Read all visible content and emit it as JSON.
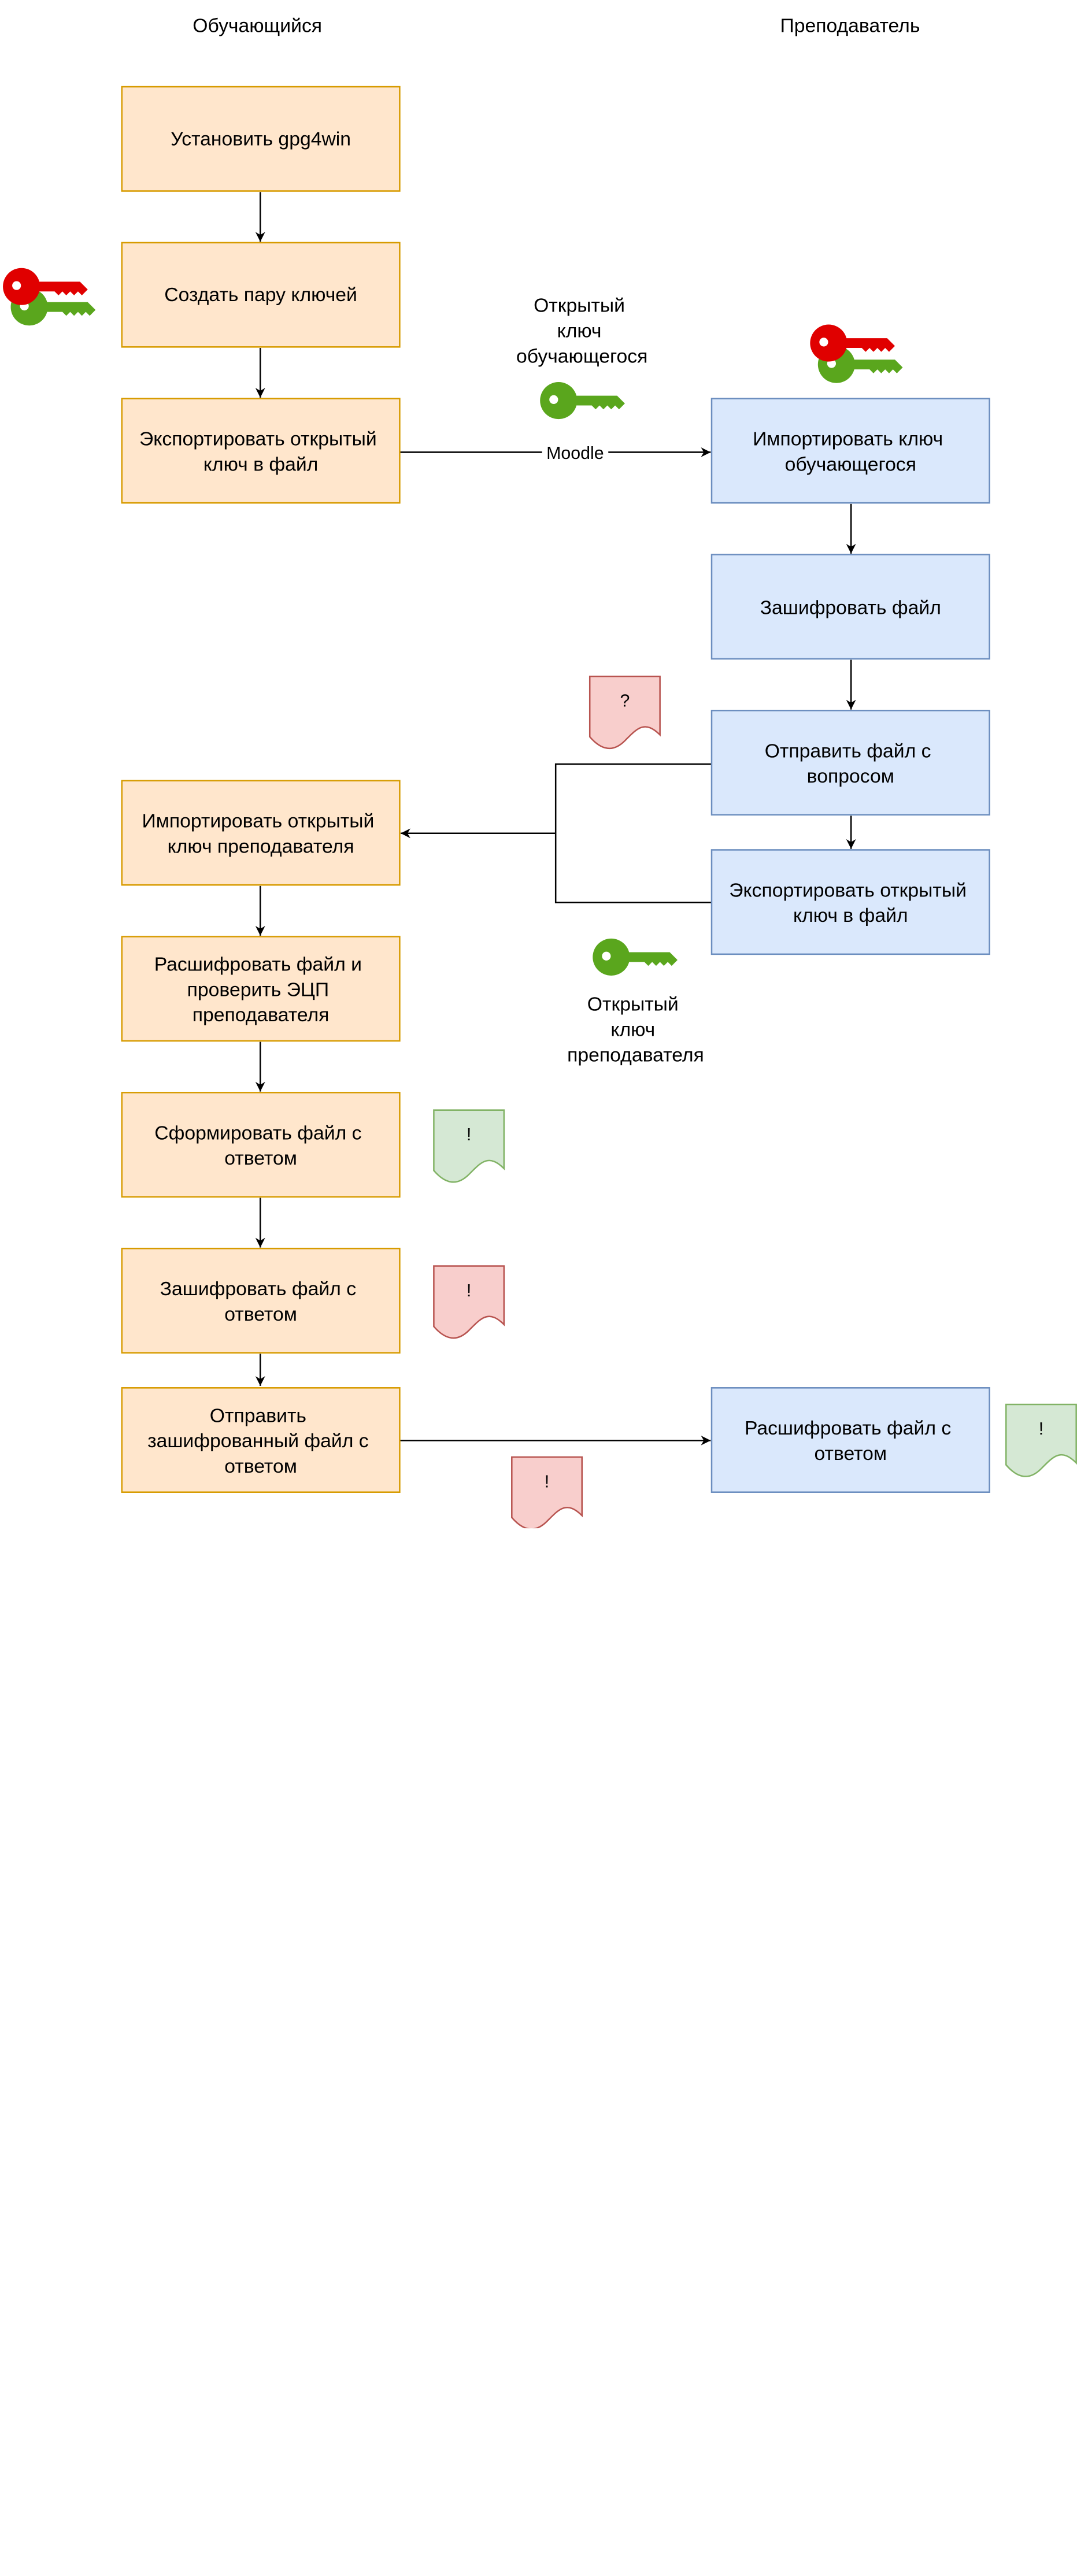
{
  "columns": {
    "student": "Обучающийся",
    "teacher": "Преподаватель"
  },
  "student_steps": {
    "install": [
      "Установить gpg4win"
    ],
    "create_pair": [
      "Создать пару ключей"
    ],
    "export_key": [
      "Экспортировать открытый",
      "ключ в файл"
    ],
    "import_teacher_key": [
      "Импортировать открытый",
      "ключ преподавателя"
    ],
    "decrypt_verify": [
      "Расшифровать файл и",
      "проверить ЭЦП",
      "преподавателя"
    ],
    "form_answer": [
      "Сформировать файл с",
      "ответом"
    ],
    "encrypt_answer": [
      "Зашифровать файл с",
      "ответом"
    ],
    "send_answer": [
      "Отправить",
      "зашифрованный файл с",
      "ответом"
    ]
  },
  "teacher_steps": {
    "import_student_key": [
      "Импортировать ключ",
      "обучающегося"
    ],
    "encrypt_file": [
      "Зашифровать файл"
    ],
    "send_question": [
      "Отправить файл с",
      "вопросом"
    ],
    "export_key": [
      "Экспортировать открытый",
      "ключ в файл"
    ],
    "decrypt_answer": [
      "Расшифровать файл с",
      "ответом"
    ]
  },
  "key_labels": {
    "student_public": [
      "Открытый",
      "ключ",
      "обучающегося"
    ],
    "teacher_public": [
      "Открытый",
      "ключ",
      "преподавателя"
    ]
  },
  "edge_labels": {
    "moodle": "Moodle"
  },
  "documents": {
    "question": "?",
    "answer_plain": "!",
    "answer_encrypted": "!",
    "answer_in_transit": "!",
    "answer_decrypted": "!"
  },
  "colors": {
    "student_fill": "#ffe6cc",
    "student_stroke": "#d79b00",
    "teacher_fill": "#dae8fc",
    "teacher_stroke": "#6c8ebf",
    "red_doc_fill": "#f8cecc",
    "red_doc_stroke": "#b85450",
    "green_doc_fill": "#d5e8d4",
    "green_doc_stroke": "#82b366",
    "private_key": "#e00000",
    "public_key": "#5aa61d"
  },
  "icons": {
    "private_key": "red-key-icon",
    "public_key": "green-key-icon"
  }
}
